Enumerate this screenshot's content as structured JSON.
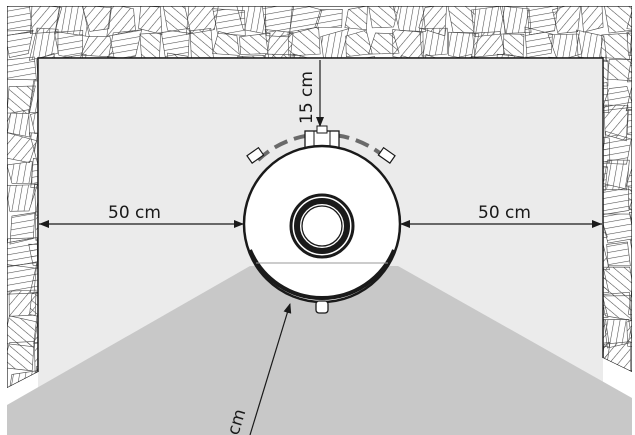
{
  "diagram": {
    "kind": "installation-clearance",
    "subject": "round stove / heater in wall niche",
    "labels": {
      "top_clearance": "15 cm",
      "left_clearance": "50 cm",
      "right_clearance": "50 cm",
      "front_clearance": "cm"
    },
    "colors": {
      "wall_hatch": "#4a4a4a",
      "floor_area": "#ebebeb",
      "radiation_zone": "#c8c8c8",
      "stroke": "#1a1a1a"
    }
  }
}
